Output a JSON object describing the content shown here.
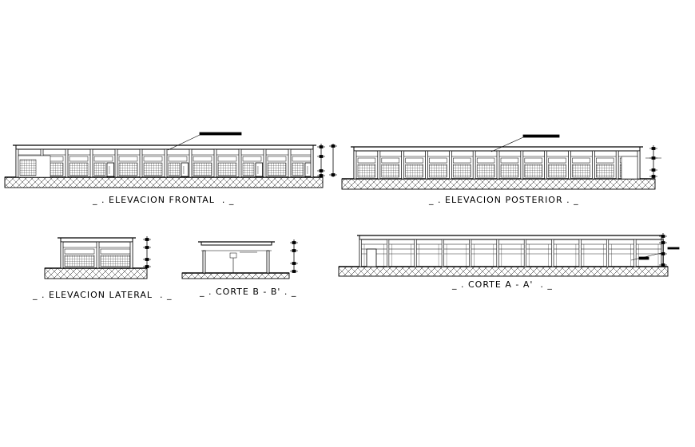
{
  "drawings": [
    {
      "id": "elevacion-frontal",
      "title": "_ . ELEVACION FRONTAL  . _"
    },
    {
      "id": "elevacion-posterior",
      "title": "_ . ELEVACION POSTERIOR . _"
    },
    {
      "id": "elevacion-lateral",
      "title": "_ . ELEVACION LATERAL  . _"
    },
    {
      "id": "corte-b",
      "title": "_ . CORTE B - B' . _"
    },
    {
      "id": "corte-a",
      "title": "_ . CORTE A - A'  . _"
    }
  ],
  "colors": {
    "line": "#000000",
    "background": "#ffffff"
  }
}
